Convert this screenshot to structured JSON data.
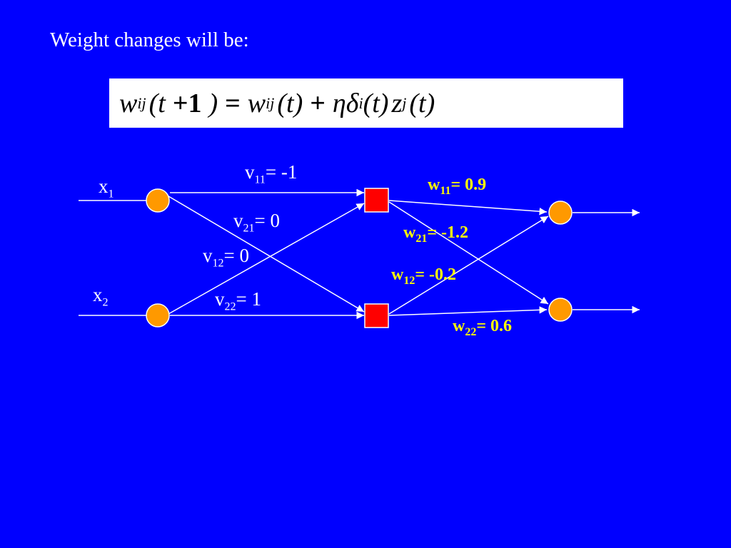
{
  "heading": "Weight changes will be:",
  "formula": {
    "lhs_var": "w",
    "lhs_sub": "ij",
    "lhs_arg": "(t ",
    "lhs_glyph": "+1",
    "lhs_close": ")",
    "eq_glyph": "=",
    "rhs1_var": "w",
    "rhs1_sub": "ij",
    "rhs1_arg": "(t)",
    "op2_glyph": "+",
    "eta_glyph": "η",
    "delta_glyph": "δ",
    "delta_sub": "i",
    "rhs2_arg": "(t)",
    "z_var": "z",
    "z_sub": "j",
    "z_arg": "(t)"
  },
  "inputs": [
    {
      "name": "x",
      "sub": "1"
    },
    {
      "name": "x",
      "sub": "2"
    }
  ],
  "v_weights": [
    {
      "name": "v",
      "sub": "11",
      "value": "= -1"
    },
    {
      "name": "v",
      "sub": "21",
      "value": "= 0"
    },
    {
      "name": "v",
      "sub": "12",
      "value": "= 0"
    },
    {
      "name": "v",
      "sub": "22",
      "value": "= 1"
    }
  ],
  "w_weights": [
    {
      "name": "w",
      "sub": "11",
      "value": "= 0.9"
    },
    {
      "name": "w",
      "sub": "21",
      "value": "= -1.2"
    },
    {
      "name": "w",
      "sub": "12",
      "value": "= -0.2"
    },
    {
      "name": "w",
      "sub": "22",
      "value": "= 0.6"
    }
  ],
  "colors": {
    "background": "#0000FF",
    "input_node": "#FF9900",
    "hidden_node": "#FF0000",
    "output_node": "#FF9900",
    "edge": "#FFFFFF",
    "w_label": "#FFFF00",
    "v_label": "#FFFFFF"
  }
}
